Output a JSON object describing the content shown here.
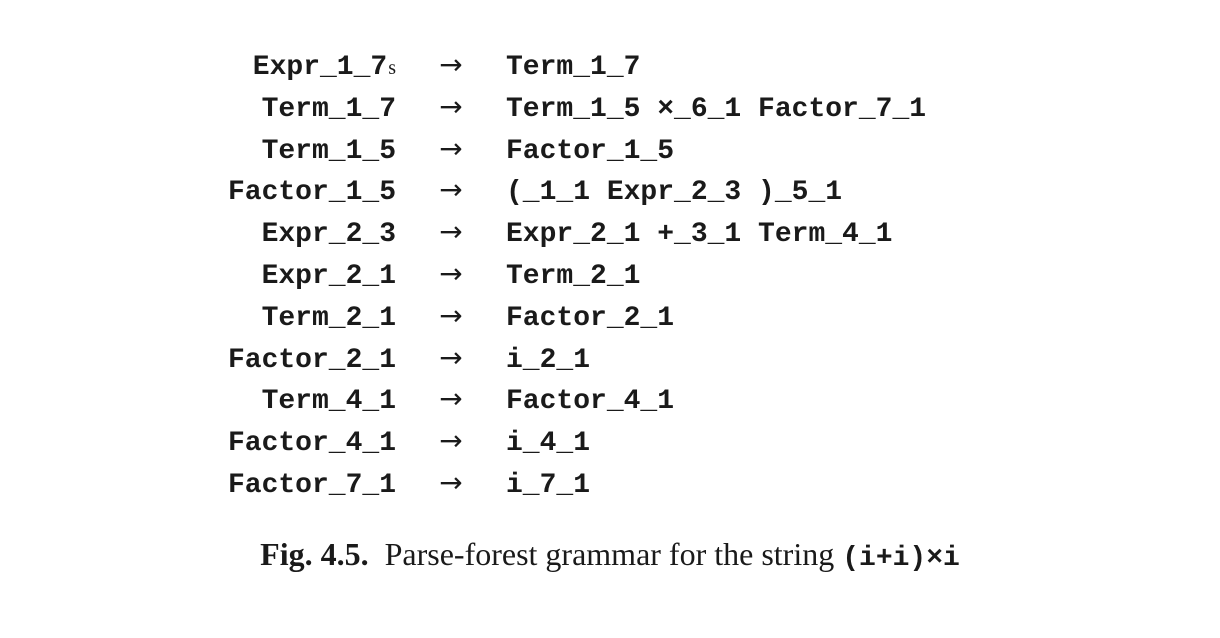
{
  "arrow": "→",
  "rules": [
    {
      "lhs": "Expr_1_7",
      "sub": "s",
      "rhs": "Term_1_7"
    },
    {
      "lhs": "Term_1_7",
      "sub": "",
      "rhs": "Term_1_5 ×_6_1 Factor_7_1"
    },
    {
      "lhs": "Term_1_5",
      "sub": "",
      "rhs": "Factor_1_5"
    },
    {
      "lhs": "Factor_1_5",
      "sub": "",
      "rhs": "(_1_1 Expr_2_3 )_5_1"
    },
    {
      "lhs": "Expr_2_3",
      "sub": "",
      "rhs": "Expr_2_1 +_3_1 Term_4_1"
    },
    {
      "lhs": "Expr_2_1",
      "sub": "",
      "rhs": "Term_2_1"
    },
    {
      "lhs": "Term_2_1",
      "sub": "",
      "rhs": "Factor_2_1"
    },
    {
      "lhs": "Factor_2_1",
      "sub": "",
      "rhs": "i_2_1"
    },
    {
      "lhs": "Term_4_1",
      "sub": "",
      "rhs": "Factor_4_1"
    },
    {
      "lhs": "Factor_4_1",
      "sub": "",
      "rhs": "i_4_1"
    },
    {
      "lhs": "Factor_7_1",
      "sub": "",
      "rhs": "i_7_1"
    }
  ],
  "caption": {
    "label": "Fig. 4.5.",
    "text": "Parse-forest grammar for the string",
    "code": "(i+i)×i"
  }
}
